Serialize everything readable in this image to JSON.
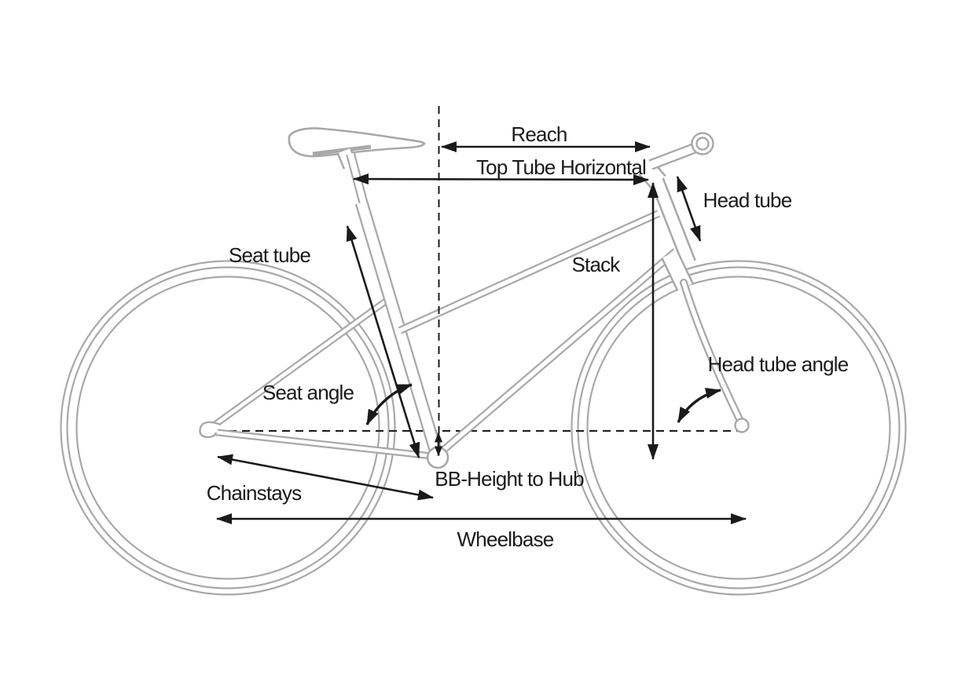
{
  "diagram": {
    "subject": "bicycle-frame-geometry",
    "background_color": "#ffffff",
    "bike_outline_color": "#a8a8a8",
    "annotation_color": "#1a1a1a",
    "labels": {
      "reach": "Reach",
      "top_tube_horizontal": "Top Tube Horizontal",
      "head_tube": "Head tube",
      "seat_tube": "Seat tube",
      "stack": "Stack",
      "seat_angle": "Seat angle",
      "head_tube_angle": "Head tube angle",
      "chainstays": "Chainstays",
      "bb_height_to_hub": "BB-Height to Hub",
      "wheelbase": "Wheelbase"
    }
  }
}
